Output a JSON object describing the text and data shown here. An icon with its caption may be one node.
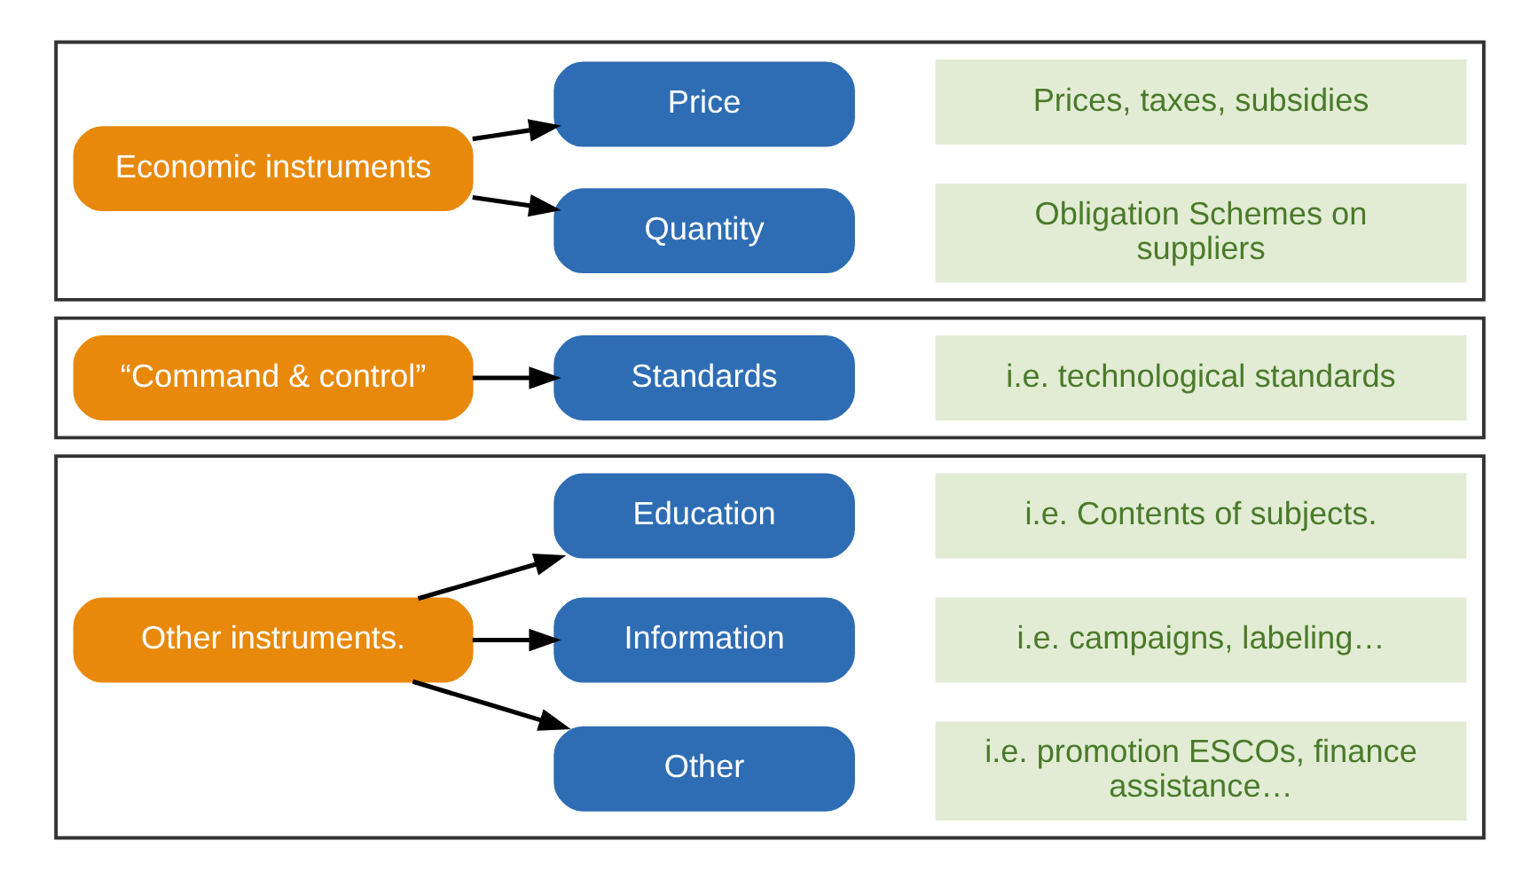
{
  "diagram": {
    "nodes": [
      {
        "text": [],
        "shape": "box"
      },
      {
        "text": [
          "Economic instruments"
        ],
        "in": 0
      },
      {
        "text": [
          "Price"
        ],
        "in": 0
      },
      {
        "text": [
          "Quantity"
        ],
        "in": 0
      },
      {
        "text": [
          "Prices, taxes, subsidies"
        ],
        "in": 0
      },
      {
        "text": [
          "Obligation Schemes on suppliers"
        ],
        "in": 0
      },
      {
        "text": [],
        "shape": "box"
      },
      {
        "text": [
          "“Command & control”"
        ],
        "in": 6
      },
      {
        "text": [
          "Standards"
        ],
        "in": 6
      },
      {
        "text": [
          "i.e. technological standards"
        ],
        "in": 6
      },
      {
        "text": [],
        "shape": "box"
      },
      {
        "text": [
          "Other instruments."
        ],
        "in": 10
      },
      {
        "text": [
          "Education"
        ],
        "in": 10
      },
      {
        "text": [
          "Information"
        ],
        "in": 10
      },
      {
        "text": [
          "Other"
        ],
        "in": 10
      },
      {
        "text": [
          "i.e. Contents of subjects."
        ],
        "in": 10
      },
      {
        "text": [
          "i.e. campaigns, labeling…"
        ],
        "in": 10
      },
      {
        "text": [
          "i.e. promotion ESCOs, finance assistance…"
        ],
        "in": 10
      }
    ],
    "edges": [
      {
        "from": 1,
        "to": 2,
        "arrow": "to"
      },
      {
        "from": 1,
        "to": 3,
        "arrow": "to"
      },
      {
        "from": 7,
        "to": 8,
        "arrow": "to"
      },
      {
        "from": 11,
        "to": 12,
        "arrow": "to"
      },
      {
        "from": 11,
        "to": 13,
        "arrow": "to"
      },
      {
        "from": 11,
        "to": 14,
        "arrow": "to"
      }
    ]
  }
}
